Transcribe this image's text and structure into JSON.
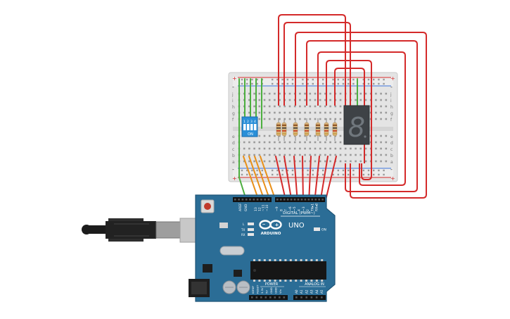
{
  "board": {
    "logo_text": "ARDUINO",
    "model": "UNO",
    "digital_header": "DIGITAL (PWM~)",
    "power_label": "POWER",
    "analog_label": "ANALOG IN",
    "on_label": "ON",
    "tx_label": "TX",
    "rx_label": "RX",
    "l_label": "L",
    "aref_label": "AREF",
    "gnd_label": "GND",
    "digital_pins": [
      "13",
      "12",
      "~11",
      "~10",
      "~9",
      "8",
      "7",
      "~6",
      "~5",
      "4",
      "~3",
      "2",
      "TX▸1",
      "RX◂0"
    ],
    "power_pins": [
      "IOREF",
      "RESET",
      "3.3V",
      "5V",
      "GND",
      "GND",
      "Vin"
    ],
    "analog_pins": [
      "A0",
      "A1",
      "A2",
      "A3",
      "A4",
      "A5"
    ]
  },
  "dip_switch": {
    "label": "ON",
    "numbers": [
      "1",
      "2",
      "3",
      "4"
    ]
  },
  "breadboard": {
    "row_letters_top": [
      "j",
      "i",
      "h",
      "g",
      "f"
    ],
    "row_letters_bottom": [
      "e",
      "d",
      "c",
      "b",
      "a"
    ],
    "plus": "+",
    "minus": "-"
  },
  "seven_segment": {
    "digit": "8"
  },
  "colors": {
    "wire_red": "#d42a2a",
    "wire_orange": "#e8901a",
    "wire_green": "#4caf3f",
    "board_blue": "#2b6d96",
    "breadboard": "#e6e6e6",
    "dip_blue": "#2a8fd8"
  },
  "icons": {
    "usb": "usb-cable-icon",
    "infinity": "arduino-infinity-logo-icon"
  }
}
